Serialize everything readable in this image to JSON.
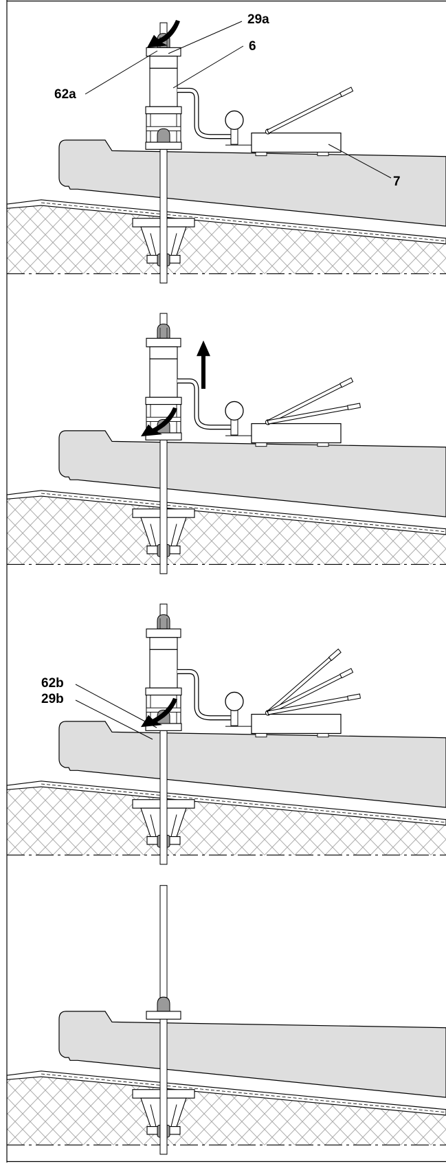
{
  "labels": {
    "l29a": "29a",
    "l6": "6",
    "l62a": "62a",
    "l7": "7",
    "l62b": "62b",
    "l29b": "29b"
  },
  "colors": {
    "line": "#000000",
    "slab_fill": "#dedede",
    "nut_fill": "#9a9a9a",
    "hatch": "#9a9a9a",
    "white": "#ffffff"
  },
  "panels": [
    {
      "id": "step-1",
      "jack": true,
      "handle_positions": 1,
      "flow_arrow": "down",
      "lift_arrow": false
    },
    {
      "id": "step-2",
      "jack": true,
      "handle_positions": 2,
      "flow_arrow": "down",
      "lift_arrow": true
    },
    {
      "id": "step-3",
      "jack": true,
      "handle_positions": 3,
      "flow_arrow": "down",
      "lift_arrow": false
    },
    {
      "id": "step-4",
      "jack": false,
      "handle_positions": 0,
      "flow_arrow": "none",
      "lift_arrow": false
    }
  ]
}
